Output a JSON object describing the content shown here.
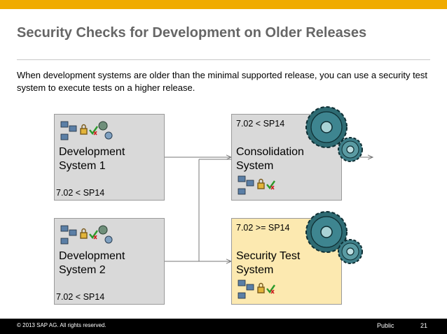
{
  "slide": {
    "title": "Security Checks for Development on Older Releases",
    "intro": "When development systems are older than the minimal supported release, you can use a security test system to execute tests on a higher release."
  },
  "boxes": {
    "dev1": {
      "name_line1": "Development",
      "name_line2": "System 1",
      "release": "7.02 < SP14"
    },
    "dev2": {
      "name_line1": "Development",
      "name_line2": "System 2",
      "release": "7.02 < SP14"
    },
    "consolidation": {
      "name_line1": "Consolidation",
      "name_line2": "System",
      "release": "7.02 < SP14"
    },
    "security_test": {
      "name_line1": "Security Test",
      "name_line2": "System",
      "release": "7.02 >= SP14"
    }
  },
  "footer": {
    "copyright": "© 2013 SAP AG. All rights reserved.",
    "classification": "Public",
    "page_number": "21"
  },
  "colors": {
    "accent_bar": "#f0ab00",
    "title_gray": "#666666",
    "box_gray": "#d9d9d9",
    "box_yellow": "#fce9b0",
    "gear_teal": "#2e6b73"
  },
  "icons": [
    "transport-icon",
    "lock-icon",
    "checkmark-icon",
    "gear-icon"
  ]
}
